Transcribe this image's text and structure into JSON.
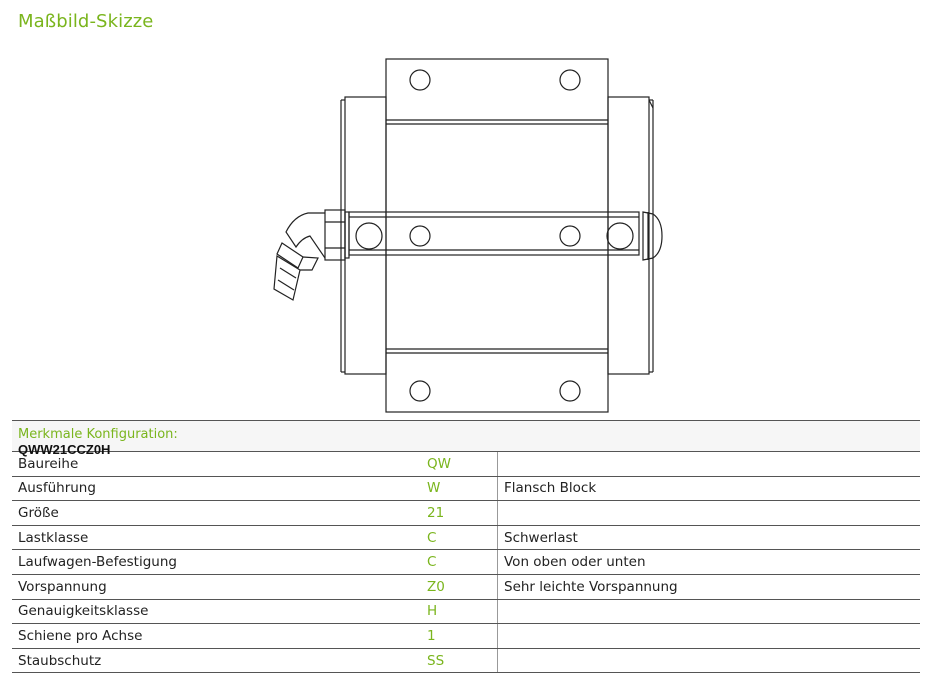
{
  "page": {
    "title": "Maßbild-Skizze",
    "accent_color": "#7ab51d"
  },
  "config": {
    "label": "Merkmale Konfiguration:",
    "code": "QWW21CCZ0H",
    "rows": [
      {
        "name": "Baureihe",
        "value": "QW",
        "desc": ""
      },
      {
        "name": "Ausführung",
        "value": "W",
        "desc": "Flansch Block"
      },
      {
        "name": "Größe",
        "value": "21",
        "desc": ""
      },
      {
        "name": "Lastklasse",
        "value": "C",
        "desc": "Schwerlast"
      },
      {
        "name": "Laufwagen-Befestigung",
        "value": "C",
        "desc": "Von oben oder unten"
      },
      {
        "name": "Vorspannung",
        "value": "Z0",
        "desc": "Sehr leichte Vorspannung"
      },
      {
        "name": "Genauigkeitsklasse",
        "value": "H",
        "desc": ""
      },
      {
        "name": "Schiene pro Achse",
        "value": "1",
        "desc": ""
      },
      {
        "name": "Staubschutz",
        "value": "SS",
        "desc": ""
      }
    ]
  }
}
